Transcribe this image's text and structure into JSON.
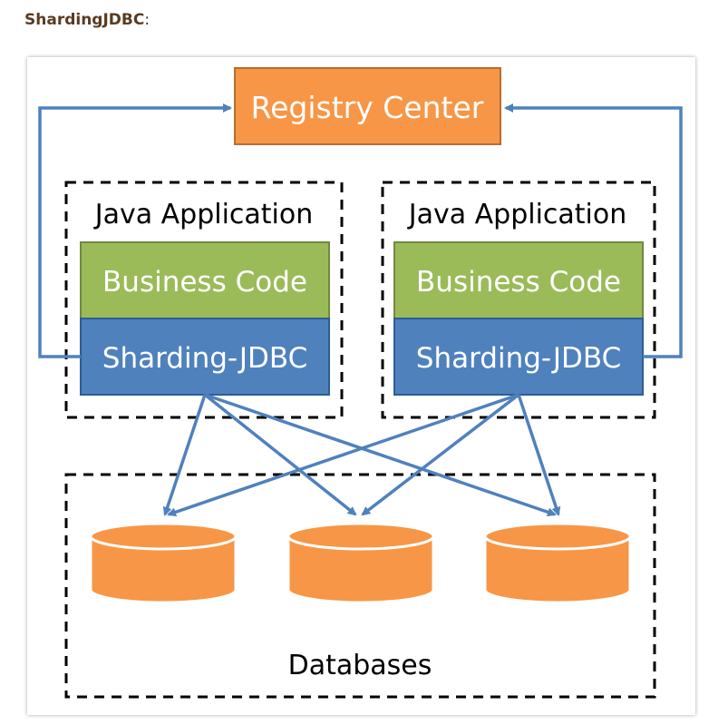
{
  "heading": {
    "title": "ShardingJDBC",
    "suffix": ":"
  },
  "diagram": {
    "registry_center": "Registry Center",
    "applications": [
      {
        "title": "Java Application",
        "business_code": "Business Code",
        "sharding": "Sharding-JDBC"
      },
      {
        "title": "Java Application",
        "business_code": "Business Code",
        "sharding": "Sharding-JDBC"
      }
    ],
    "databases_label": "Databases",
    "database_count": 3
  },
  "colors": {
    "registry_fill": "#f79646",
    "registry_stroke": "#b66d31",
    "business_fill": "#9bbb59",
    "business_stroke": "#71893f",
    "sharding_fill": "#4f81bd",
    "sharding_stroke": "#2c5d98",
    "arrow": "#4f81bd",
    "db_fill": "#f79646"
  }
}
